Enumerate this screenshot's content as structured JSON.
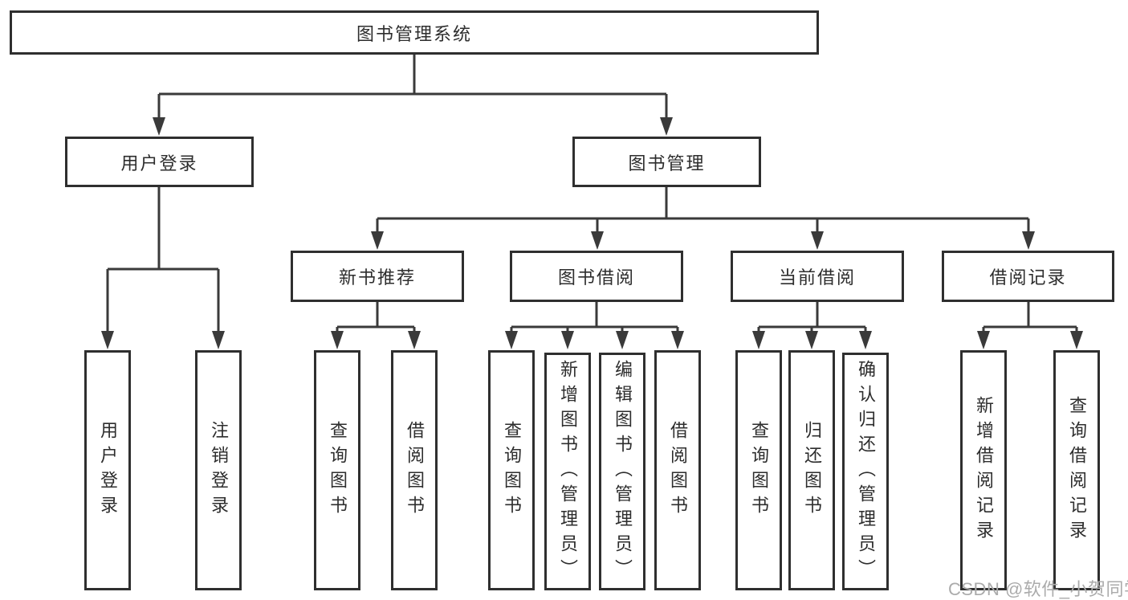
{
  "diagram": {
    "root": {
      "label": "图书管理系统"
    },
    "level2": [
      {
        "label": "用户登录"
      },
      {
        "label": "图书管理"
      }
    ],
    "level3": [
      {
        "label": "新书推荐"
      },
      {
        "label": "图书借阅"
      },
      {
        "label": "当前借阅"
      },
      {
        "label": "借阅记录"
      }
    ],
    "leaves": {
      "user_login": [
        "用户登录",
        "注销登录"
      ],
      "new_book_recommend": [
        "查询图书",
        "借阅图书"
      ],
      "book_borrow": [
        "查询图书",
        "新增图书（管理员）",
        "编辑图书（管理员）",
        "借阅图书"
      ],
      "current_borrow": [
        "查询图书",
        "归还图书",
        "确认归还（管理员）"
      ],
      "borrow_records": [
        "新增借阅记录",
        "查询借阅记录"
      ]
    }
  },
  "watermark": {
    "text": "CSDN @软件_小贺同学"
  },
  "colors": {
    "line": "#3a3a3a",
    "border": "#2f2f2f",
    "text": "#2d2d2d",
    "watermark": "#ababab",
    "background": "#ffffff"
  }
}
